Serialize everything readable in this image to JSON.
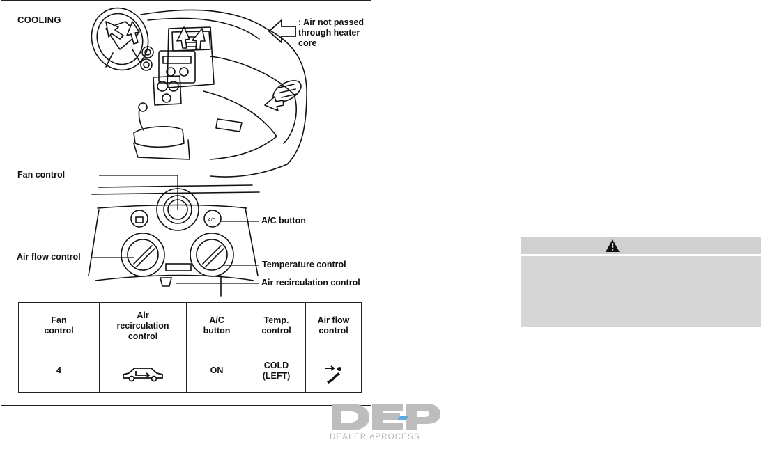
{
  "figure": {
    "title": "COOLING",
    "legend_text": ": Air not passed\nthrough heater\ncore",
    "labels": {
      "fan_control": "Fan control",
      "ac_button": "A/C button",
      "air_flow_control": "Air flow control",
      "temperature_control": "Temperature control",
      "air_recirculation_control": "Air recirculation control"
    },
    "panel_markings": {
      "ac": "A/C"
    }
  },
  "settings_table": {
    "headers": [
      "Fan\ncontrol",
      "Air\nrecirculation\ncontrol",
      "A/C\nbutton",
      "Temp.\ncontrol",
      "Air flow\ncontrol"
    ],
    "row": {
      "fan": "4",
      "recirculation_icon": "car-recirculation-icon",
      "ac": "ON",
      "temp": "COLD\n(LEFT)",
      "airflow_icon": "vent-to-face-icon"
    }
  },
  "watermark": {
    "text": "DEALER ePROCESS",
    "logo_icon": "dep-logo-icon"
  },
  "warning_box": {
    "icon": "warning-triangle-icon"
  }
}
